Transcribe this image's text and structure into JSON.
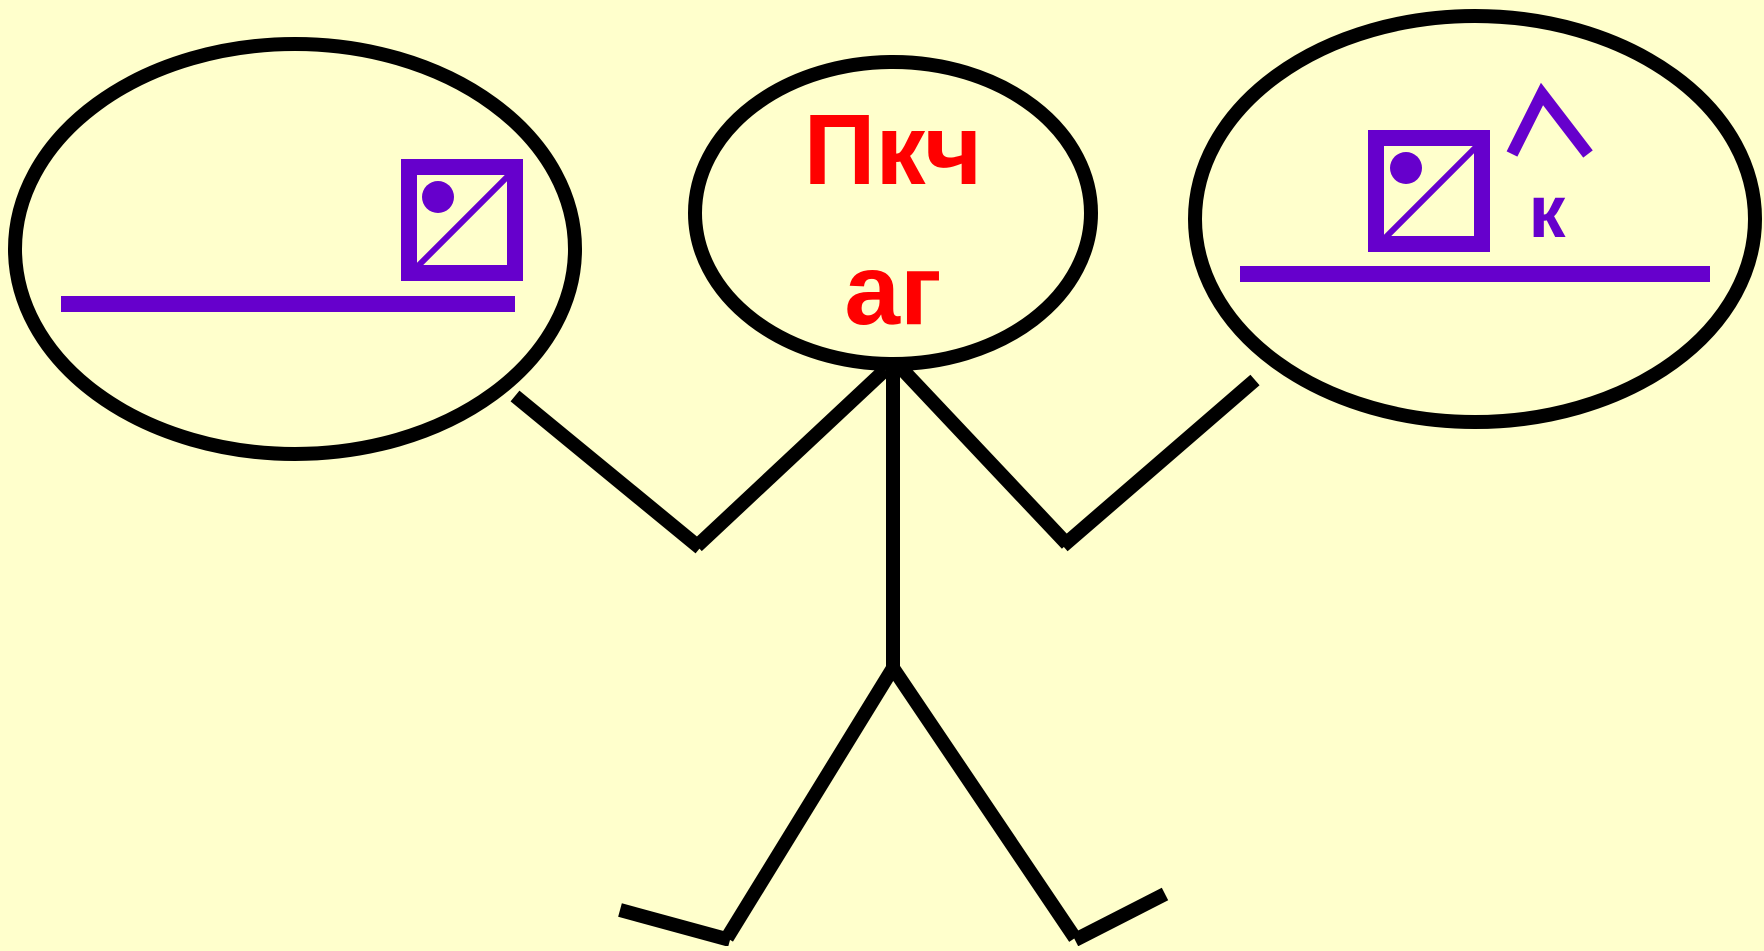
{
  "diagram": {
    "head_label_line1": "Пкч",
    "head_label_line2": "аг",
    "right_oval_letter": "к",
    "left_oval_symbol_icon": "image-placeholder-icon",
    "right_oval_symbol_icon": "image-placeholder-icon",
    "right_oval_accent_icon": "caret-icon"
  },
  "colors": {
    "background": "#ffffcc",
    "stroke": "#000000",
    "label": "#ff0000",
    "symbol": "#6600cc"
  }
}
